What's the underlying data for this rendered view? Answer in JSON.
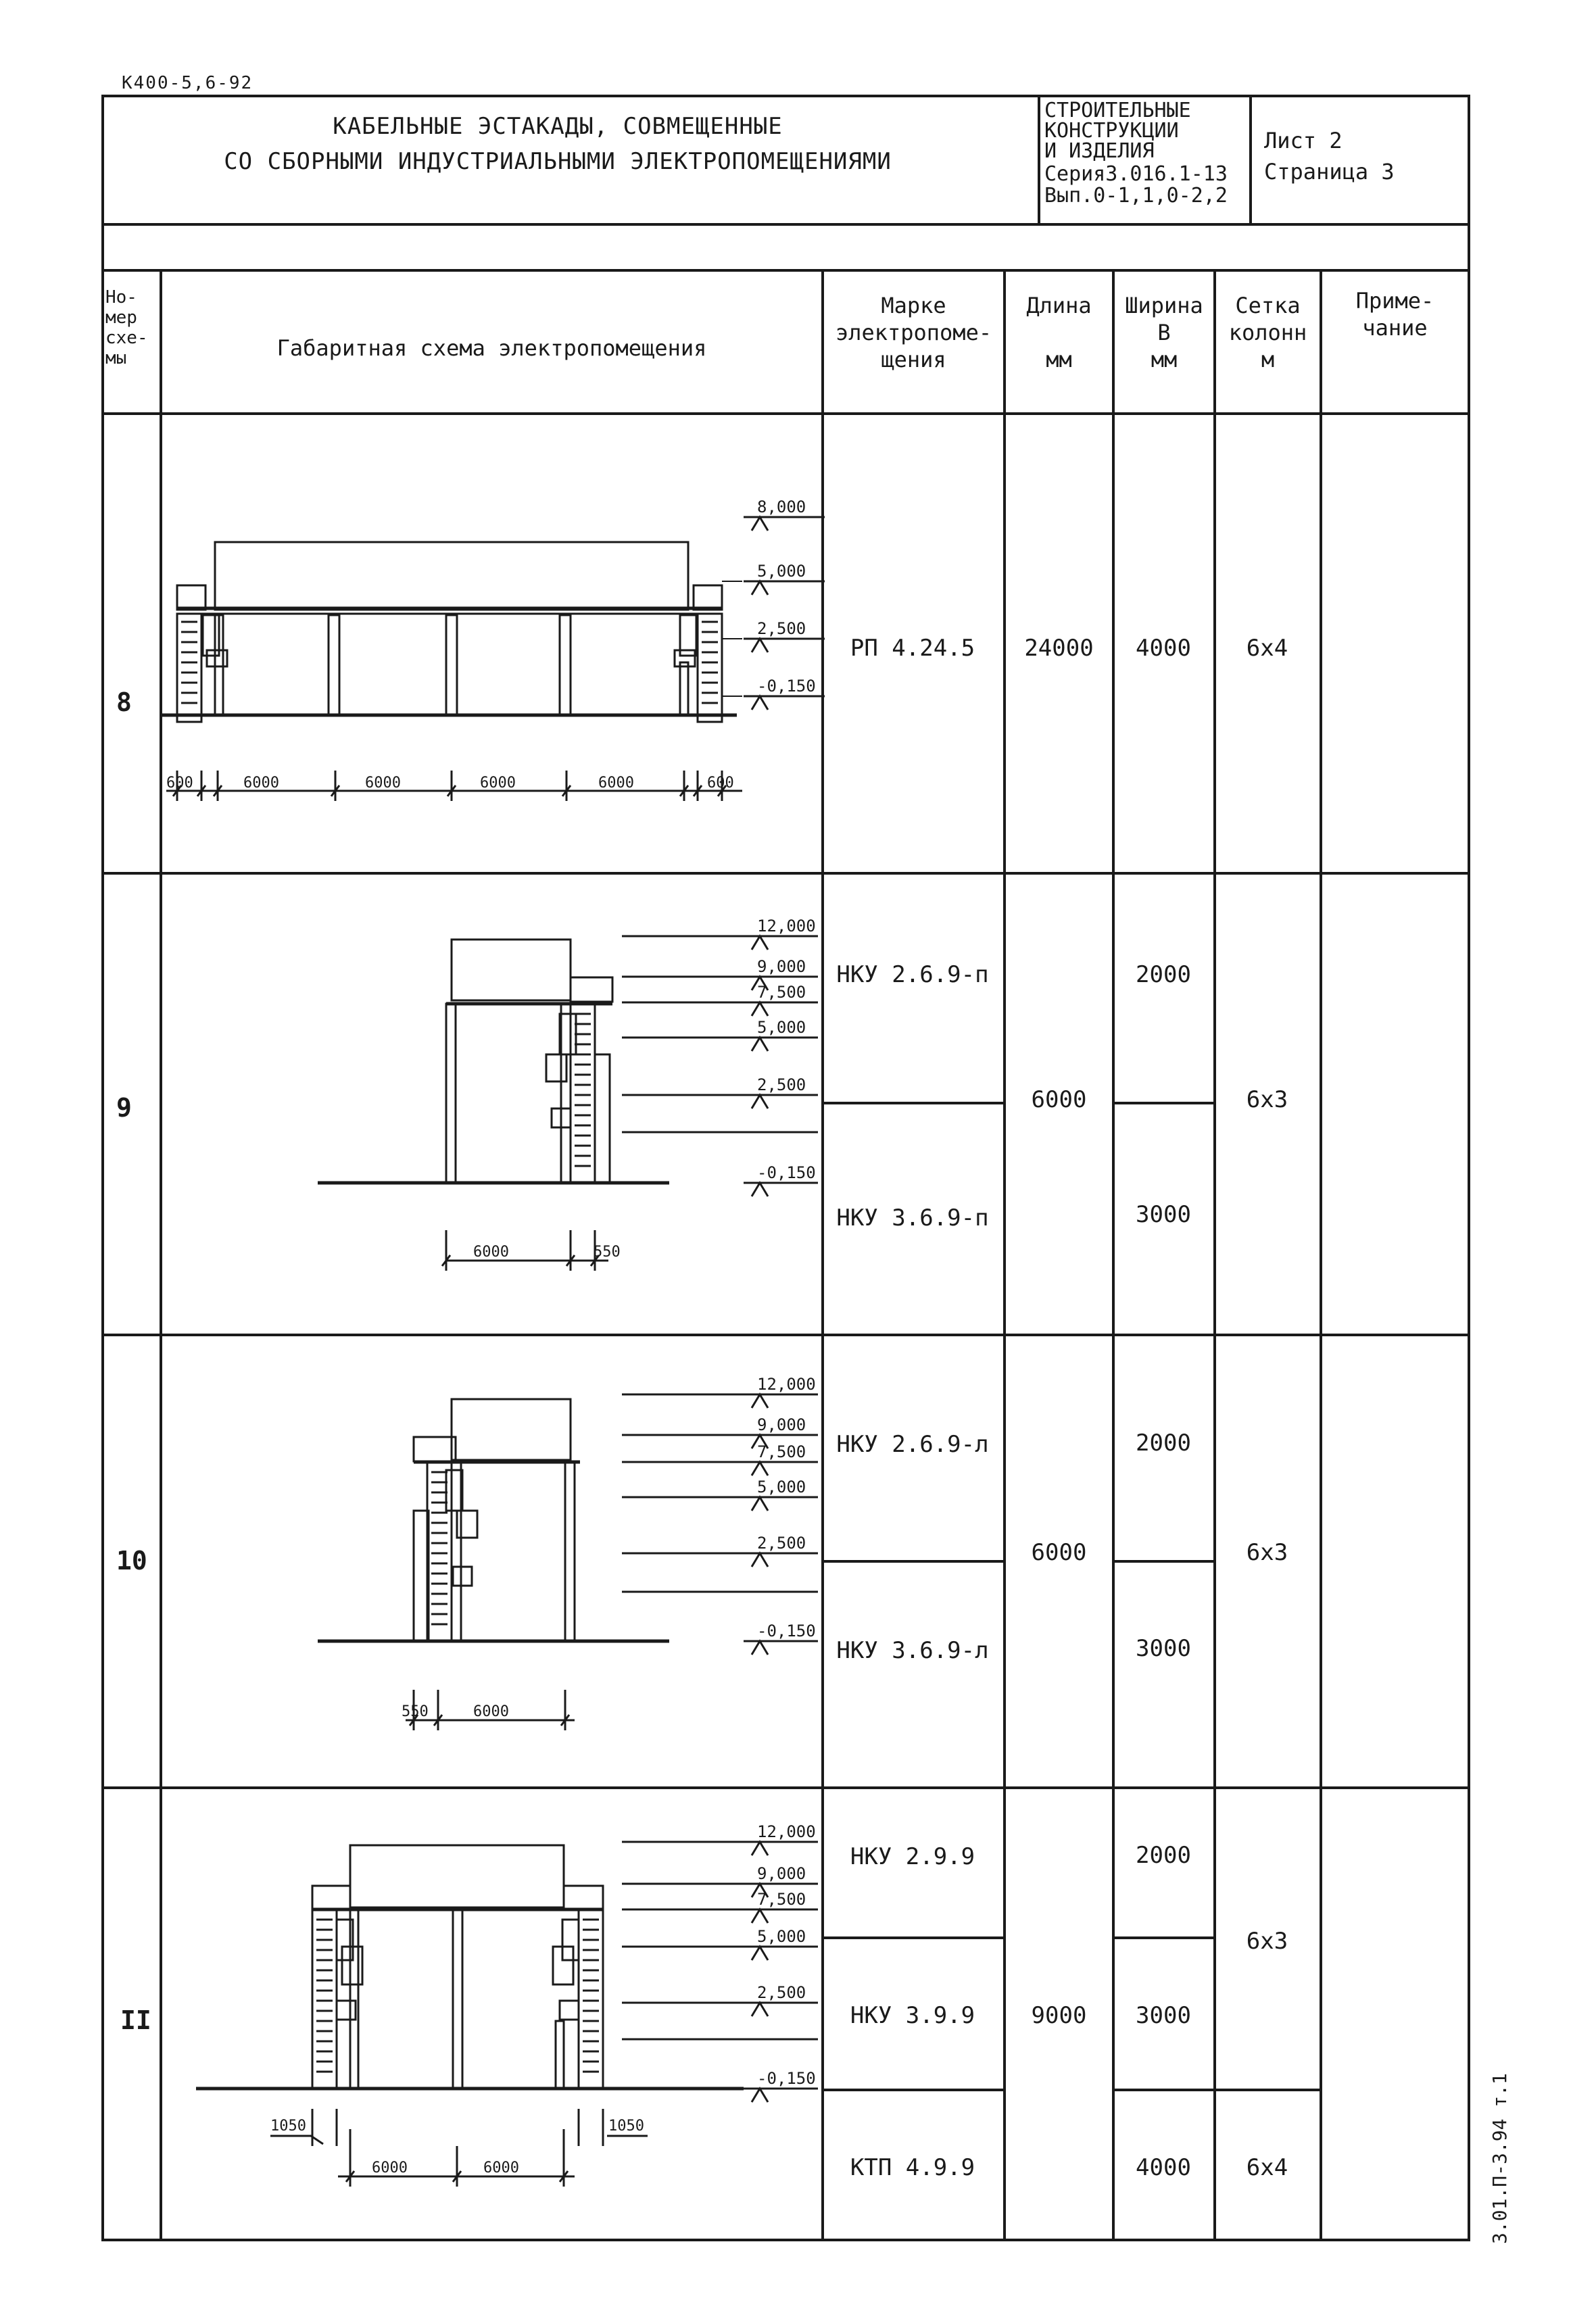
{
  "doc_code": "К400-5,6-92",
  "header": {
    "title_line1": "КАБЕЛЬНЫЕ ЭСТАКАДЫ, СОВМЕЩЕННЫЕ",
    "title_line2": "СО СБОРНЫМИ ИНДУСТРИАЛЬНЫМИ ЭЛЕКТРОПОМЕЩЕНИЯМИ",
    "series_line1": "СТРОИТЕЛЬНЫЕ",
    "series_line2": "КОНСТРУКЦИИ",
    "series_line3": "И ИЗДЕЛИЯ",
    "series_line4": "Серия3.016.1-13",
    "series_line5": "Вып.0-1,1,0-2,2",
    "sheet": "Лист 2",
    "page": "Страница 3"
  },
  "columns": {
    "num": "Но-\nмер\nсхе-\nмы",
    "scheme": "Габаритная схема электропомещения",
    "mark": "Марке\nэлектропоме-\nщения",
    "length": "Длина\n\nмм",
    "width": "Ширина\nВ\nмм",
    "grid": "Сетка\nколонн\nм",
    "note": "Приме-\nчание"
  },
  "rows": [
    {
      "num": "8",
      "marks": [
        "РП 4.24.5"
      ],
      "length": "24000",
      "widths": [
        "4000"
      ],
      "grids": [
        "6х4"
      ],
      "levels": [
        "8,000",
        "5,000",
        "2,500",
        "-0,150"
      ],
      "dims": [
        "600",
        "6000",
        "6000",
        "6000",
        "6000",
        "600"
      ]
    },
    {
      "num": "9",
      "marks": [
        "НКУ 2.6.9-п",
        "НКУ 3.6.9-п"
      ],
      "length": "6000",
      "widths": [
        "2000",
        "3000"
      ],
      "grids": [
        "6х3"
      ],
      "levels": [
        "12,000",
        "9,000",
        "7,500",
        "5,000",
        "2,500",
        "-0,150"
      ],
      "dims": [
        "6000",
        "550"
      ]
    },
    {
      "num": "10",
      "marks": [
        "НКУ 2.6.9-л",
        "НКУ 3.6.9-л"
      ],
      "length": "6000",
      "widths": [
        "2000",
        "3000"
      ],
      "grids": [
        "6х3"
      ],
      "levels": [
        "12,000",
        "9,000",
        "7,500",
        "5,000",
        "2,500",
        "-0,150"
      ],
      "dims": [
        "550",
        "6000"
      ]
    },
    {
      "num": "II",
      "marks": [
        "НКУ 2.9.9",
        "НКУ 3.9.9",
        "КТП 4.9.9"
      ],
      "length": "9000",
      "widths": [
        "2000",
        "3000",
        "4000"
      ],
      "grids": [
        "6х3",
        "6х4"
      ],
      "levels": [
        "12,000",
        "9,000",
        "7,500",
        "5,000",
        "2,500",
        "-0,150"
      ],
      "dims": [
        "1050",
        "1050",
        "6000",
        "6000"
      ]
    }
  ],
  "side_stamp": "3.01.П-3.94 т.1"
}
